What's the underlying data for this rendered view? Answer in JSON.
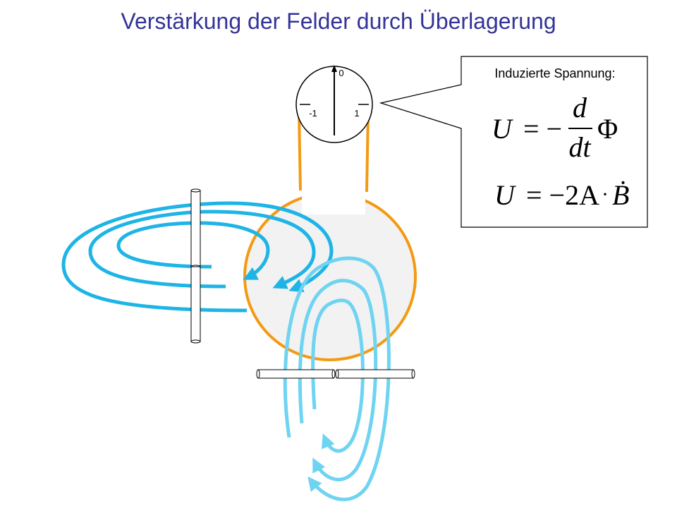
{
  "slide": {
    "title": "Verstärkung der Felder durch Überlagerung"
  },
  "meter": {
    "label_zero": "0",
    "label_minus": "-1",
    "label_plus": "1"
  },
  "callout": {
    "heading": "Induzierte Spannung:",
    "eq1": {
      "lhs": "U",
      "equals": "= −",
      "numerator": "d",
      "denominator": "dt",
      "flux": "Φ"
    },
    "eq2": {
      "lhs": "U",
      "equals": "= −2A",
      "dot": "·",
      "b_dot": "Ḃ"
    }
  },
  "colors": {
    "title": "#333399",
    "field_line_dark": "#1EB4E6",
    "field_line_light": "#6FD3F2",
    "loop": "#F39A12",
    "loop_fill": "#F2F2F2",
    "outline": "#000000"
  }
}
